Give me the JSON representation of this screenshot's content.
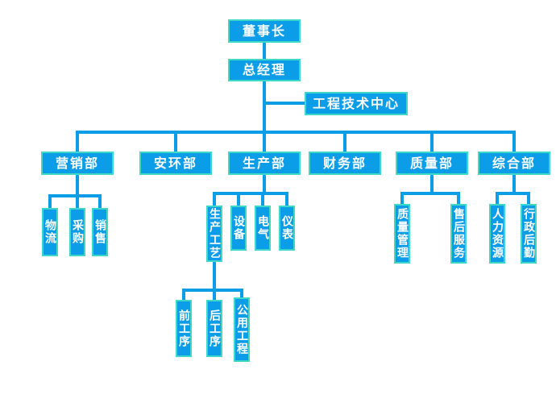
{
  "page": {
    "background": "#ffffff"
  },
  "style": {
    "node_fill": "#0c9de8",
    "node_border": "#3fd8c6",
    "line_color": "#0c9de8",
    "node_text": "#ffffff"
  },
  "org_chart": {
    "type": "org-tree",
    "nodes": [
      {
        "id": "chairman",
        "label": "董事长",
        "parent": null,
        "orientation": "horizontal"
      },
      {
        "id": "general-manager",
        "label": "总经理",
        "parent": "chairman",
        "orientation": "horizontal"
      },
      {
        "id": "engineering-center",
        "label": "工程技术中心",
        "parent": "general-manager",
        "orientation": "horizontal"
      },
      {
        "id": "marketing-dept",
        "label": "营销部",
        "parent": "general-manager",
        "orientation": "horizontal"
      },
      {
        "id": "safety-env-dept",
        "label": "安环部",
        "parent": "general-manager",
        "orientation": "horizontal"
      },
      {
        "id": "production-dept",
        "label": "生产部",
        "parent": "general-manager",
        "orientation": "horizontal"
      },
      {
        "id": "finance-dept",
        "label": "财务部",
        "parent": "general-manager",
        "orientation": "horizontal"
      },
      {
        "id": "quality-dept",
        "label": "质量部",
        "parent": "general-manager",
        "orientation": "horizontal"
      },
      {
        "id": "general-affairs-dept",
        "label": "综合部",
        "parent": "general-manager",
        "orientation": "horizontal"
      },
      {
        "id": "logistics",
        "label": "物流",
        "parent": "marketing-dept",
        "orientation": "vertical"
      },
      {
        "id": "procurement",
        "label": "采购",
        "parent": "marketing-dept",
        "orientation": "vertical"
      },
      {
        "id": "sales",
        "label": "销售",
        "parent": "marketing-dept",
        "orientation": "vertical"
      },
      {
        "id": "production-process",
        "label": "生产工艺",
        "parent": "production-dept",
        "orientation": "vertical"
      },
      {
        "id": "equipment",
        "label": "设备",
        "parent": "production-dept",
        "orientation": "vertical"
      },
      {
        "id": "electrical",
        "label": "电气",
        "parent": "production-dept",
        "orientation": "vertical"
      },
      {
        "id": "instrumentation",
        "label": "仪表",
        "parent": "production-dept",
        "orientation": "vertical"
      },
      {
        "id": "front-process",
        "label": "前工序",
        "parent": "production-process",
        "orientation": "vertical"
      },
      {
        "id": "back-process",
        "label": "后工序",
        "parent": "production-process",
        "orientation": "vertical"
      },
      {
        "id": "utility-engineering",
        "label": "公用工程",
        "parent": "production-process",
        "orientation": "vertical"
      },
      {
        "id": "quality-management",
        "label": "质量管理",
        "parent": "quality-dept",
        "orientation": "vertical"
      },
      {
        "id": "after-sales-service",
        "label": "售后服务",
        "parent": "quality-dept",
        "orientation": "vertical"
      },
      {
        "id": "human-resources",
        "label": "人力资源",
        "parent": "general-affairs-dept",
        "orientation": "vertical"
      },
      {
        "id": "admin-logistics",
        "label": "行政后勤",
        "parent": "general-affairs-dept",
        "orientation": "vertical"
      }
    ]
  }
}
